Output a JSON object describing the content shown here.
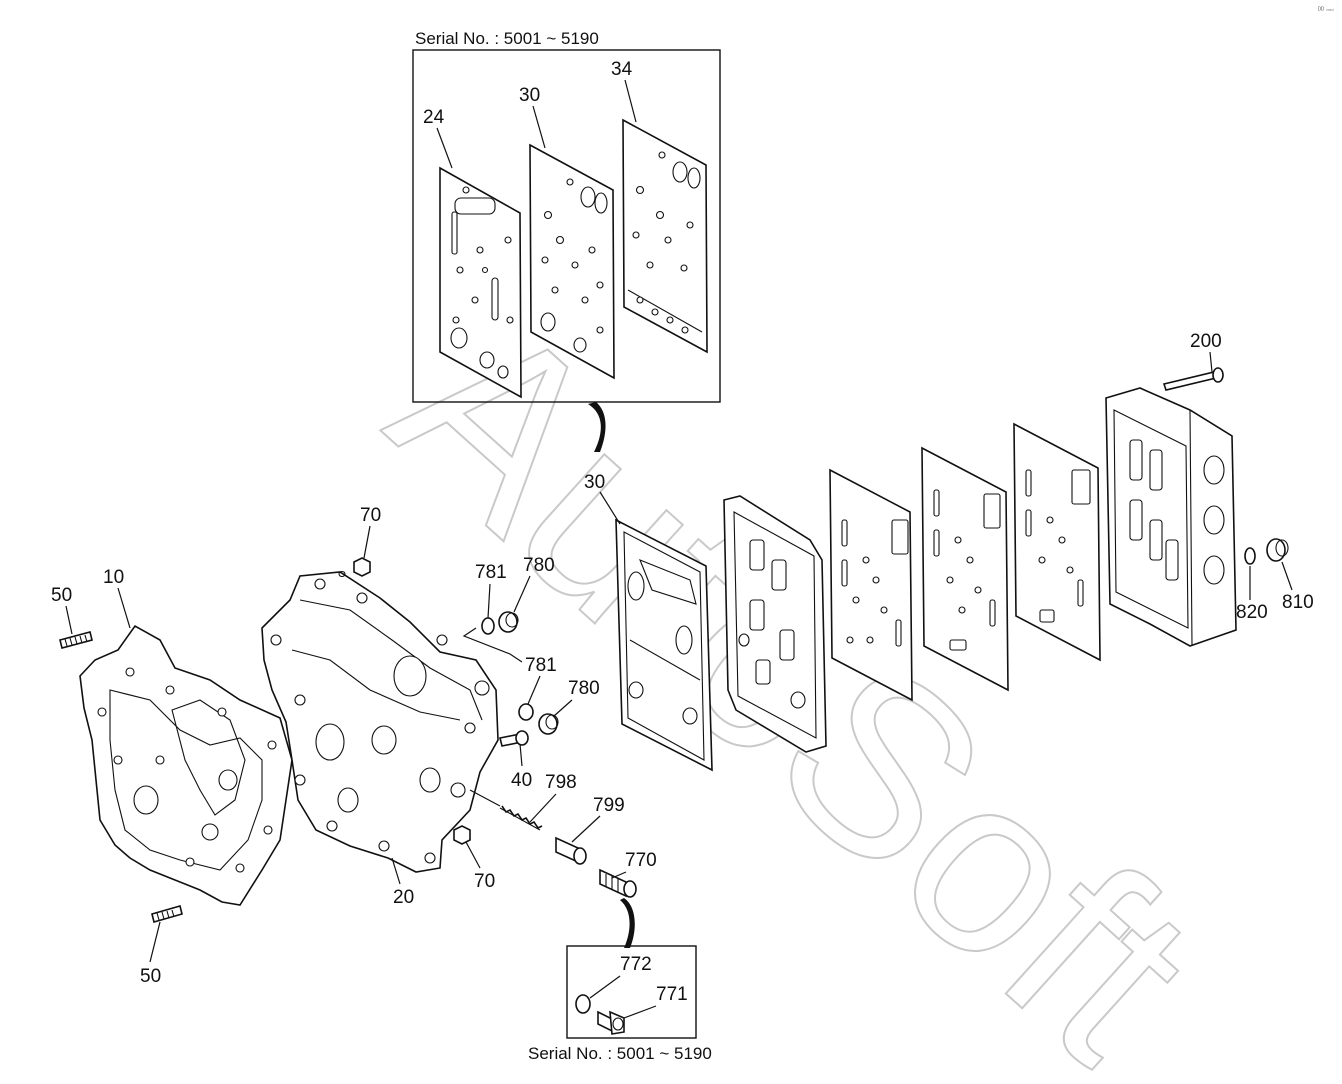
{
  "watermark": "AutoSoft",
  "corner_mark": "ᴰᴰ ▫▫▫",
  "serial_labels": {
    "top": "Serial No.  : 5001 ~ 5190",
    "bottom": "Serial No.  : 5001 ~ 5190"
  },
  "callouts": {
    "c24": "24",
    "c30_inset": "30",
    "c34": "34",
    "c200": "200",
    "c30_main": "30",
    "c70_top": "70",
    "c10": "10",
    "c50_top": "50",
    "c781_a": "781",
    "c780_a": "780",
    "c781_b": "781",
    "c780_b": "780",
    "c40": "40",
    "c798": "798",
    "c799": "799",
    "c770": "770",
    "c70_bottom": "70",
    "c20": "20",
    "c50_bottom": "50",
    "c820": "820",
    "c810": "810",
    "c772": "772",
    "c771": "771"
  }
}
